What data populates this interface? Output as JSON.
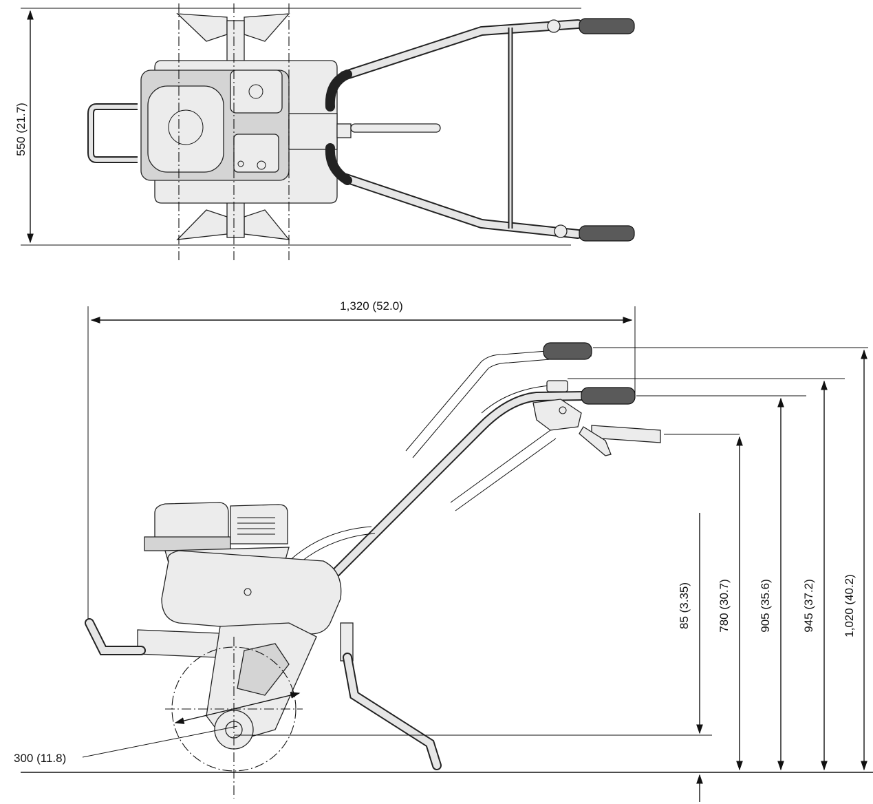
{
  "dimensions": {
    "width_top": "550 (21.7)",
    "length": "1,320 (52.0)",
    "tine_diameter": "300 (11.8)",
    "tilling_depth": "85 (3.35)",
    "handle_height_1": "780 (30.7)",
    "handle_height_2": "905 (35.6)",
    "handle_height_3": "945 (37.2)",
    "handle_height_4": "1,020 (40.2)"
  },
  "colors": {
    "line": "#111111",
    "part_fill": "#ececec",
    "grip": "#5a5a5a"
  }
}
